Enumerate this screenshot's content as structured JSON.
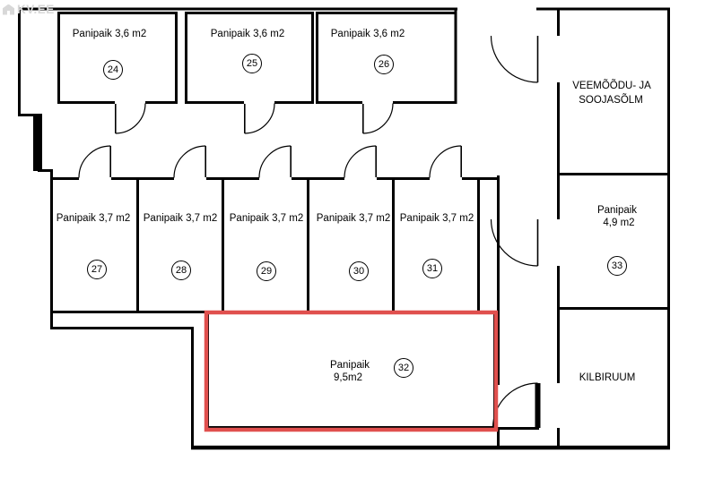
{
  "watermark": {
    "text": "KV.EE"
  },
  "rooms": [
    {
      "number": "24",
      "label": "Panipaik 3,6 m2"
    },
    {
      "number": "25",
      "label": "Panipaik 3,6 m2"
    },
    {
      "number": "26",
      "label": "Panipaik 3,6 m2"
    },
    {
      "number": "27",
      "label": "Panipaik 3,7 m2"
    },
    {
      "number": "28",
      "label": "Panipaik 3,7 m2"
    },
    {
      "number": "29",
      "label": "Panipaik 3,7 m2"
    },
    {
      "number": "30",
      "label": "Panipaik 3,7 m2"
    },
    {
      "number": "31",
      "label": "Panipaik 3,7 m2"
    },
    {
      "number": "32",
      "name": "Panipaik",
      "area": "9,5m2"
    },
    {
      "number": "33",
      "name": "Panipaik",
      "area": "4,9 m2"
    }
  ],
  "technical_rooms": {
    "utility_line1": "VEEMÕÕDU- JA",
    "utility_line2": "SOOJASÕLM",
    "switchboard": "KILBIRUUM"
  },
  "colors": {
    "wall": "#000000",
    "highlight": "#e0504e",
    "watermark": "#d8d8d8"
  }
}
